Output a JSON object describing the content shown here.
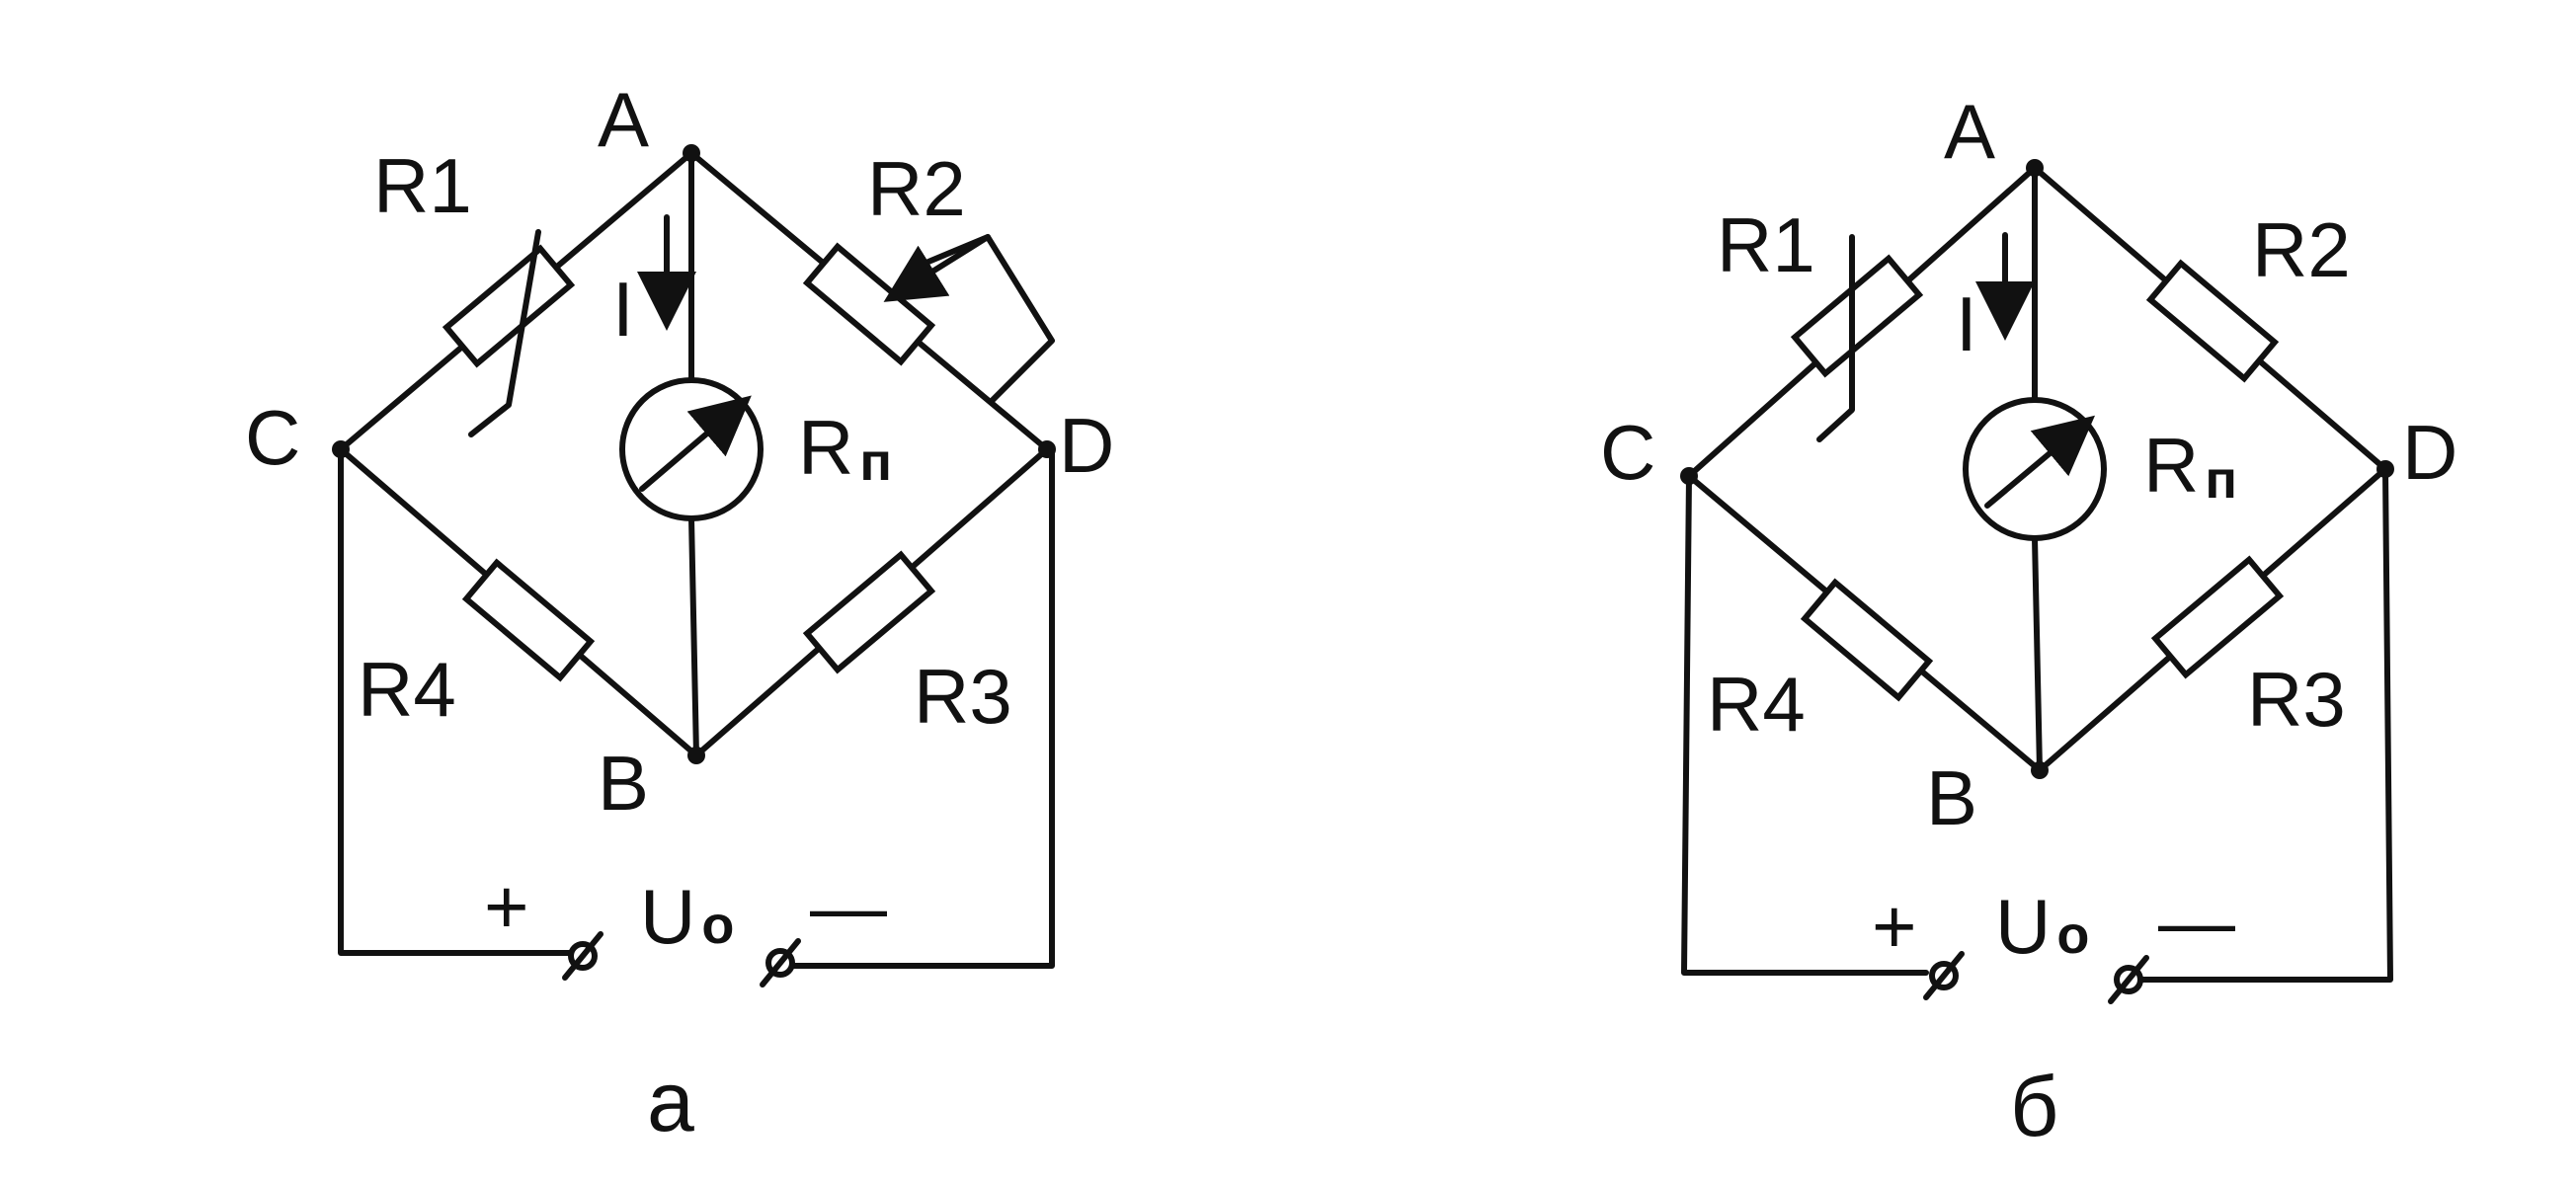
{
  "diagrams": [
    {
      "caption": "а",
      "nodes": {
        "a": "A",
        "b": "B",
        "c": "C",
        "d": "D"
      },
      "resistors": {
        "r1": "R1",
        "r2": "R2",
        "r3": "R3",
        "r4": "R4"
      },
      "meter": {
        "main": "R",
        "sub": "п"
      },
      "current": "I",
      "source": {
        "plus": "+",
        "main": "U",
        "sub": "o",
        "minus": "—"
      }
    },
    {
      "caption": "б",
      "nodes": {
        "a": "A",
        "b": "B",
        "c": "C",
        "d": "D"
      },
      "resistors": {
        "r1": "R1",
        "r2": "R2",
        "r3": "R3",
        "r4": "R4"
      },
      "meter": {
        "main": "R",
        "sub": "п"
      },
      "current": "I",
      "source": {
        "plus": "+",
        "main": "U",
        "sub": "o",
        "minus": "—"
      }
    }
  ]
}
